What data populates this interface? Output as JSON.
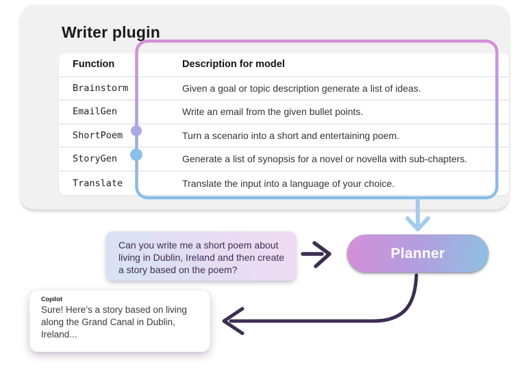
{
  "diagram": {
    "title": "Writer plugin",
    "table": {
      "header": {
        "function": "Function",
        "description": "Description for model"
      },
      "rows": [
        {
          "function": "Brainstorm",
          "description": "Given a goal or topic description generate a list of ideas."
        },
        {
          "function": "EmailGen",
          "description": "Write an email from the given bullet points."
        },
        {
          "function": "ShortPoem",
          "description": "Turn a scenario into a short and entertaining poem."
        },
        {
          "function": "StoryGen",
          "description": "Generate a list of synopsis for a novel or novella with sub-chapters."
        },
        {
          "function": "Translate",
          "description": "Translate the input into a language of your choice."
        }
      ],
      "highlighted_rows": [
        "ShortPoem",
        "StoryGen"
      ]
    },
    "user_message": "Can you write me a short poem about living in Dublin, Ireland and then create a story based on the poem?",
    "planner": {
      "label": "Planner"
    },
    "copilot": {
      "label": "Copilot",
      "message": "Sure! Here’s a story based on living along the Grand Canal in Dublin, Ireland..."
    },
    "colors": {
      "card_background": "#f2f1f2",
      "highlight_border_top": "#d68fd9",
      "highlight_border_mid": "#ab9fe1",
      "highlight_border_bottom": "#88bde8",
      "dot_shortpoem": "#a9abe2",
      "dot_storygen": "#8cc0e9",
      "arrow_blue": "#a5cbec",
      "arrow_dark": "#3d2f52",
      "planner_gradient_left": "#d48fd8",
      "planner_gradient_mid": "#b19fde",
      "planner_gradient_right": "#8ec0e2",
      "user_bubble_gradient_start": "#d5e3f4",
      "user_bubble_gradient_end": "#f0dcf2"
    }
  }
}
